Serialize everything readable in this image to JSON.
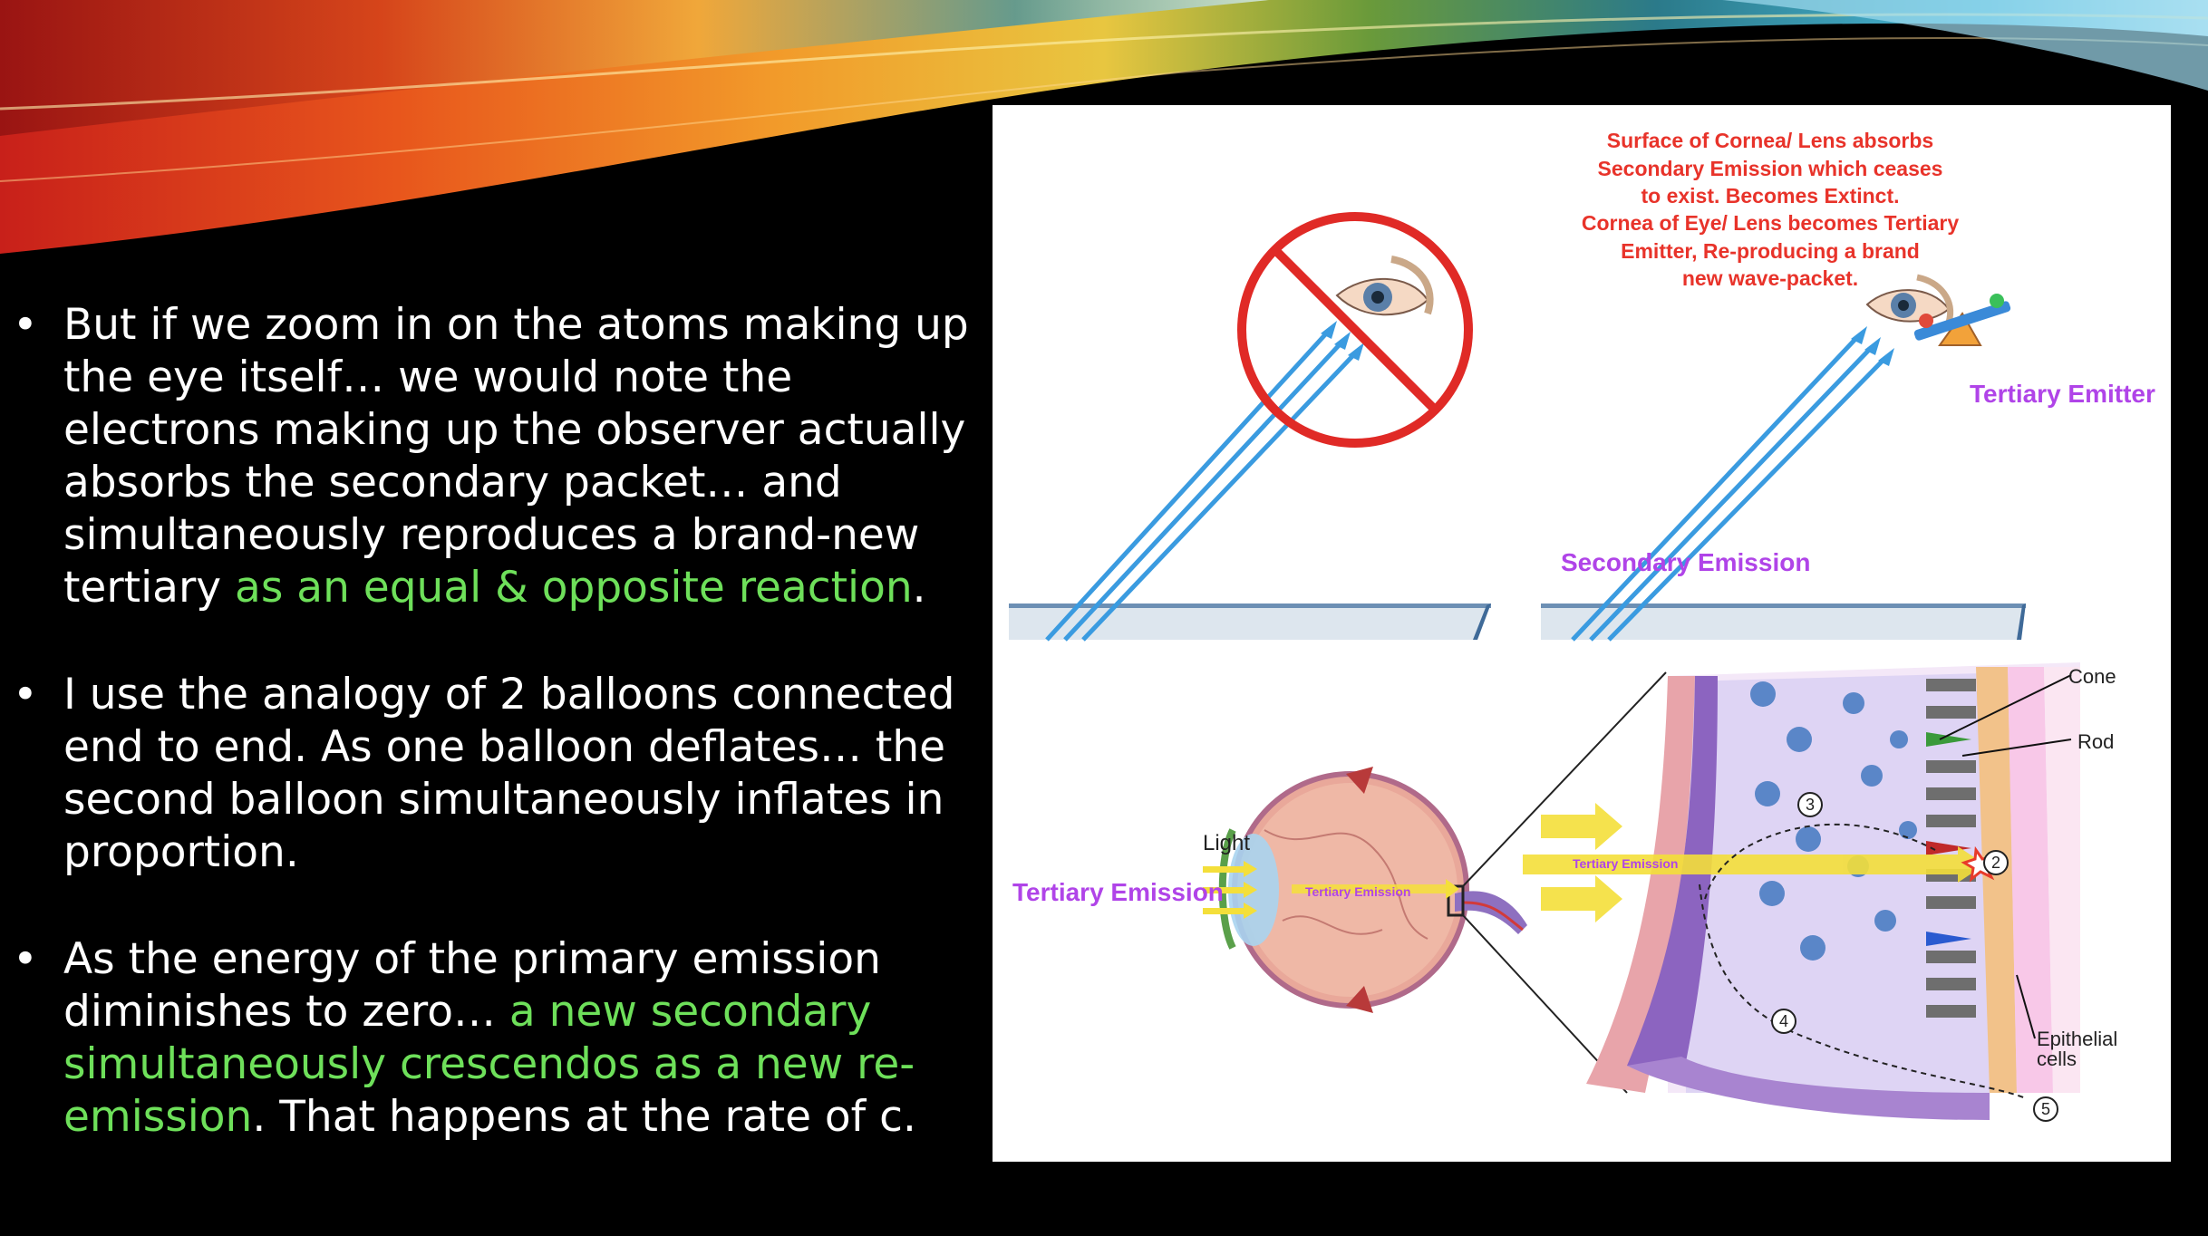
{
  "bullets": [
    {
      "parts": [
        {
          "text": "But if we zoom in on the atoms making up the eye itself… we would note the electrons making up the observer actually absorbs the secondary packet… and simultaneously reproduces a brand-new tertiary ",
          "highlight": false
        },
        {
          "text": "as an equal & opposite reaction",
          "highlight": true
        },
        {
          "text": ".",
          "highlight": false
        }
      ]
    },
    {
      "parts": [
        {
          "text": "I use the analogy of 2 balloons connected end to end. As one balloon deflates… the second balloon simultaneously inflates in proportion.",
          "highlight": false
        }
      ]
    },
    {
      "parts": [
        {
          "text": "As the energy of the primary emission diminishes to zero… ",
          "highlight": false
        },
        {
          "text": "a new secondary simultaneously crescendos as a new re-emission",
          "highlight": true
        },
        {
          "text": ". That happens at the rate of c.",
          "highlight": false
        }
      ]
    }
  ],
  "figure": {
    "caption_lines": [
      "Surface of Cornea/ Lens absorbs",
      "Secondary Emission which ceases",
      "to exist. Becomes Extinct.",
      "Cornea of Eye/ Lens becomes Tertiary",
      "Emitter, Re-producing a brand",
      "new wave-packet."
    ],
    "tertiary_emitter_label": "Tertiary Emitter",
    "secondary_emission_label": "Secondary Emission",
    "tertiary_emission_label": "Tertiary Emission",
    "tertiary_emission_small": "Tertiary Emission",
    "tertiary_emission_beam": "Tertiary Emission",
    "light_label": "Light",
    "cone_label": "Cone",
    "rod_label": "Rod",
    "epithelial_label_1": "Epithelial",
    "epithelial_label_2": "cells",
    "step_markers": [
      "2",
      "3",
      "4",
      "5"
    ]
  },
  "colors": {
    "highlight_text": "#6ee05a",
    "caption_red": "#e8332a",
    "label_purple": "#b044e8",
    "beam_blue": "#3a9be0",
    "beam_yellow": "#f4df3a",
    "prohibition_red": "#e02a26"
  },
  "icons": [
    "prohibition-icon",
    "eye-icon",
    "seesaw-icon"
  ]
}
